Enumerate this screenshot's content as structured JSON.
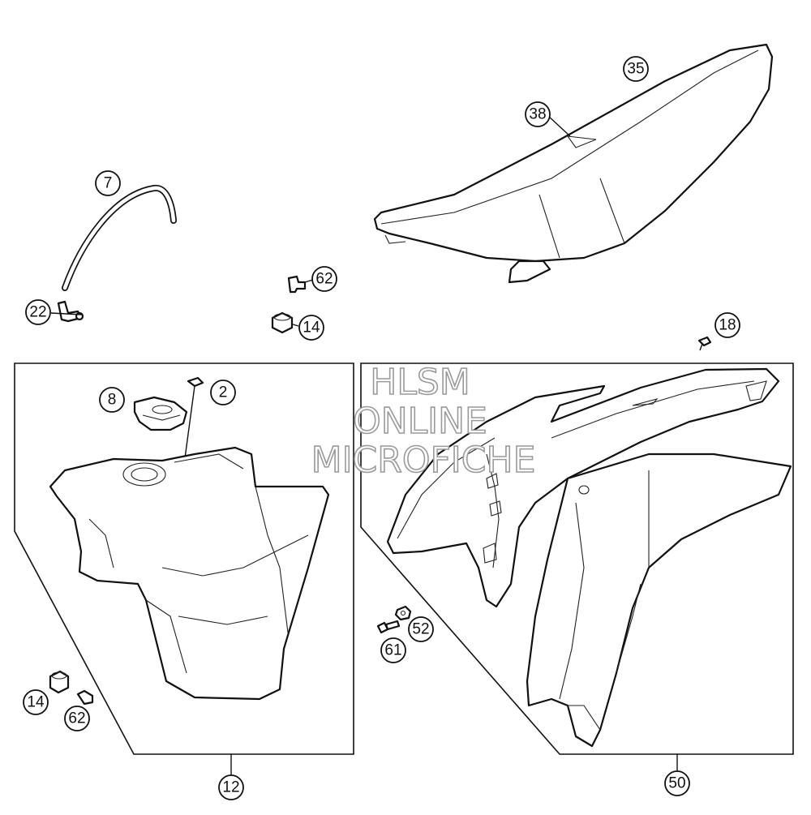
{
  "watermark": {
    "line1": "HLSM",
    "line2": "ONLINE",
    "line3": "MICROFICHE"
  },
  "callouts": {
    "c35": "35",
    "c38": "38",
    "c7": "7",
    "c22": "22",
    "c62a": "62",
    "c14a": "14",
    "c18": "18",
    "c8": "8",
    "c2": "2",
    "c14b": "14",
    "c62b": "62",
    "c12": "12",
    "c52": "52",
    "c61": "61",
    "c50": "50"
  }
}
